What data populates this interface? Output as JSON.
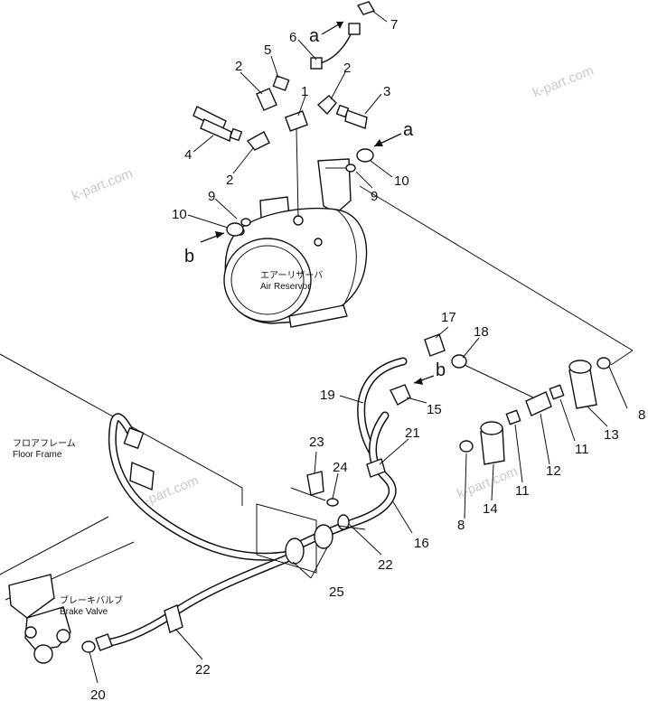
{
  "watermarks": [
    "k-part.com",
    "k-part.com",
    "k-part.com",
    "k-part.com"
  ],
  "labels": {
    "air_reservoir_jp": "エアーリザーバ",
    "air_reservoir": "Air Reservor",
    "floor_frame_jp": "フロアフレーム",
    "floor_frame": "Floor Frame",
    "brake_valve_jp": "ブレーキバルブ",
    "brake_valve": "Brake Valve"
  },
  "letters": {
    "a_top": "a",
    "a_right": "a",
    "b_left": "b",
    "b_mid": "b"
  },
  "callouts": [
    "1",
    "2",
    "2",
    "2",
    "3",
    "4",
    "5",
    "6",
    "7",
    "8",
    "8",
    "9",
    "9",
    "10",
    "10",
    "11",
    "11",
    "12",
    "13",
    "14",
    "15",
    "16",
    "17",
    "18",
    "19",
    "20",
    "21",
    "22",
    "22",
    "23",
    "24",
    "25"
  ]
}
